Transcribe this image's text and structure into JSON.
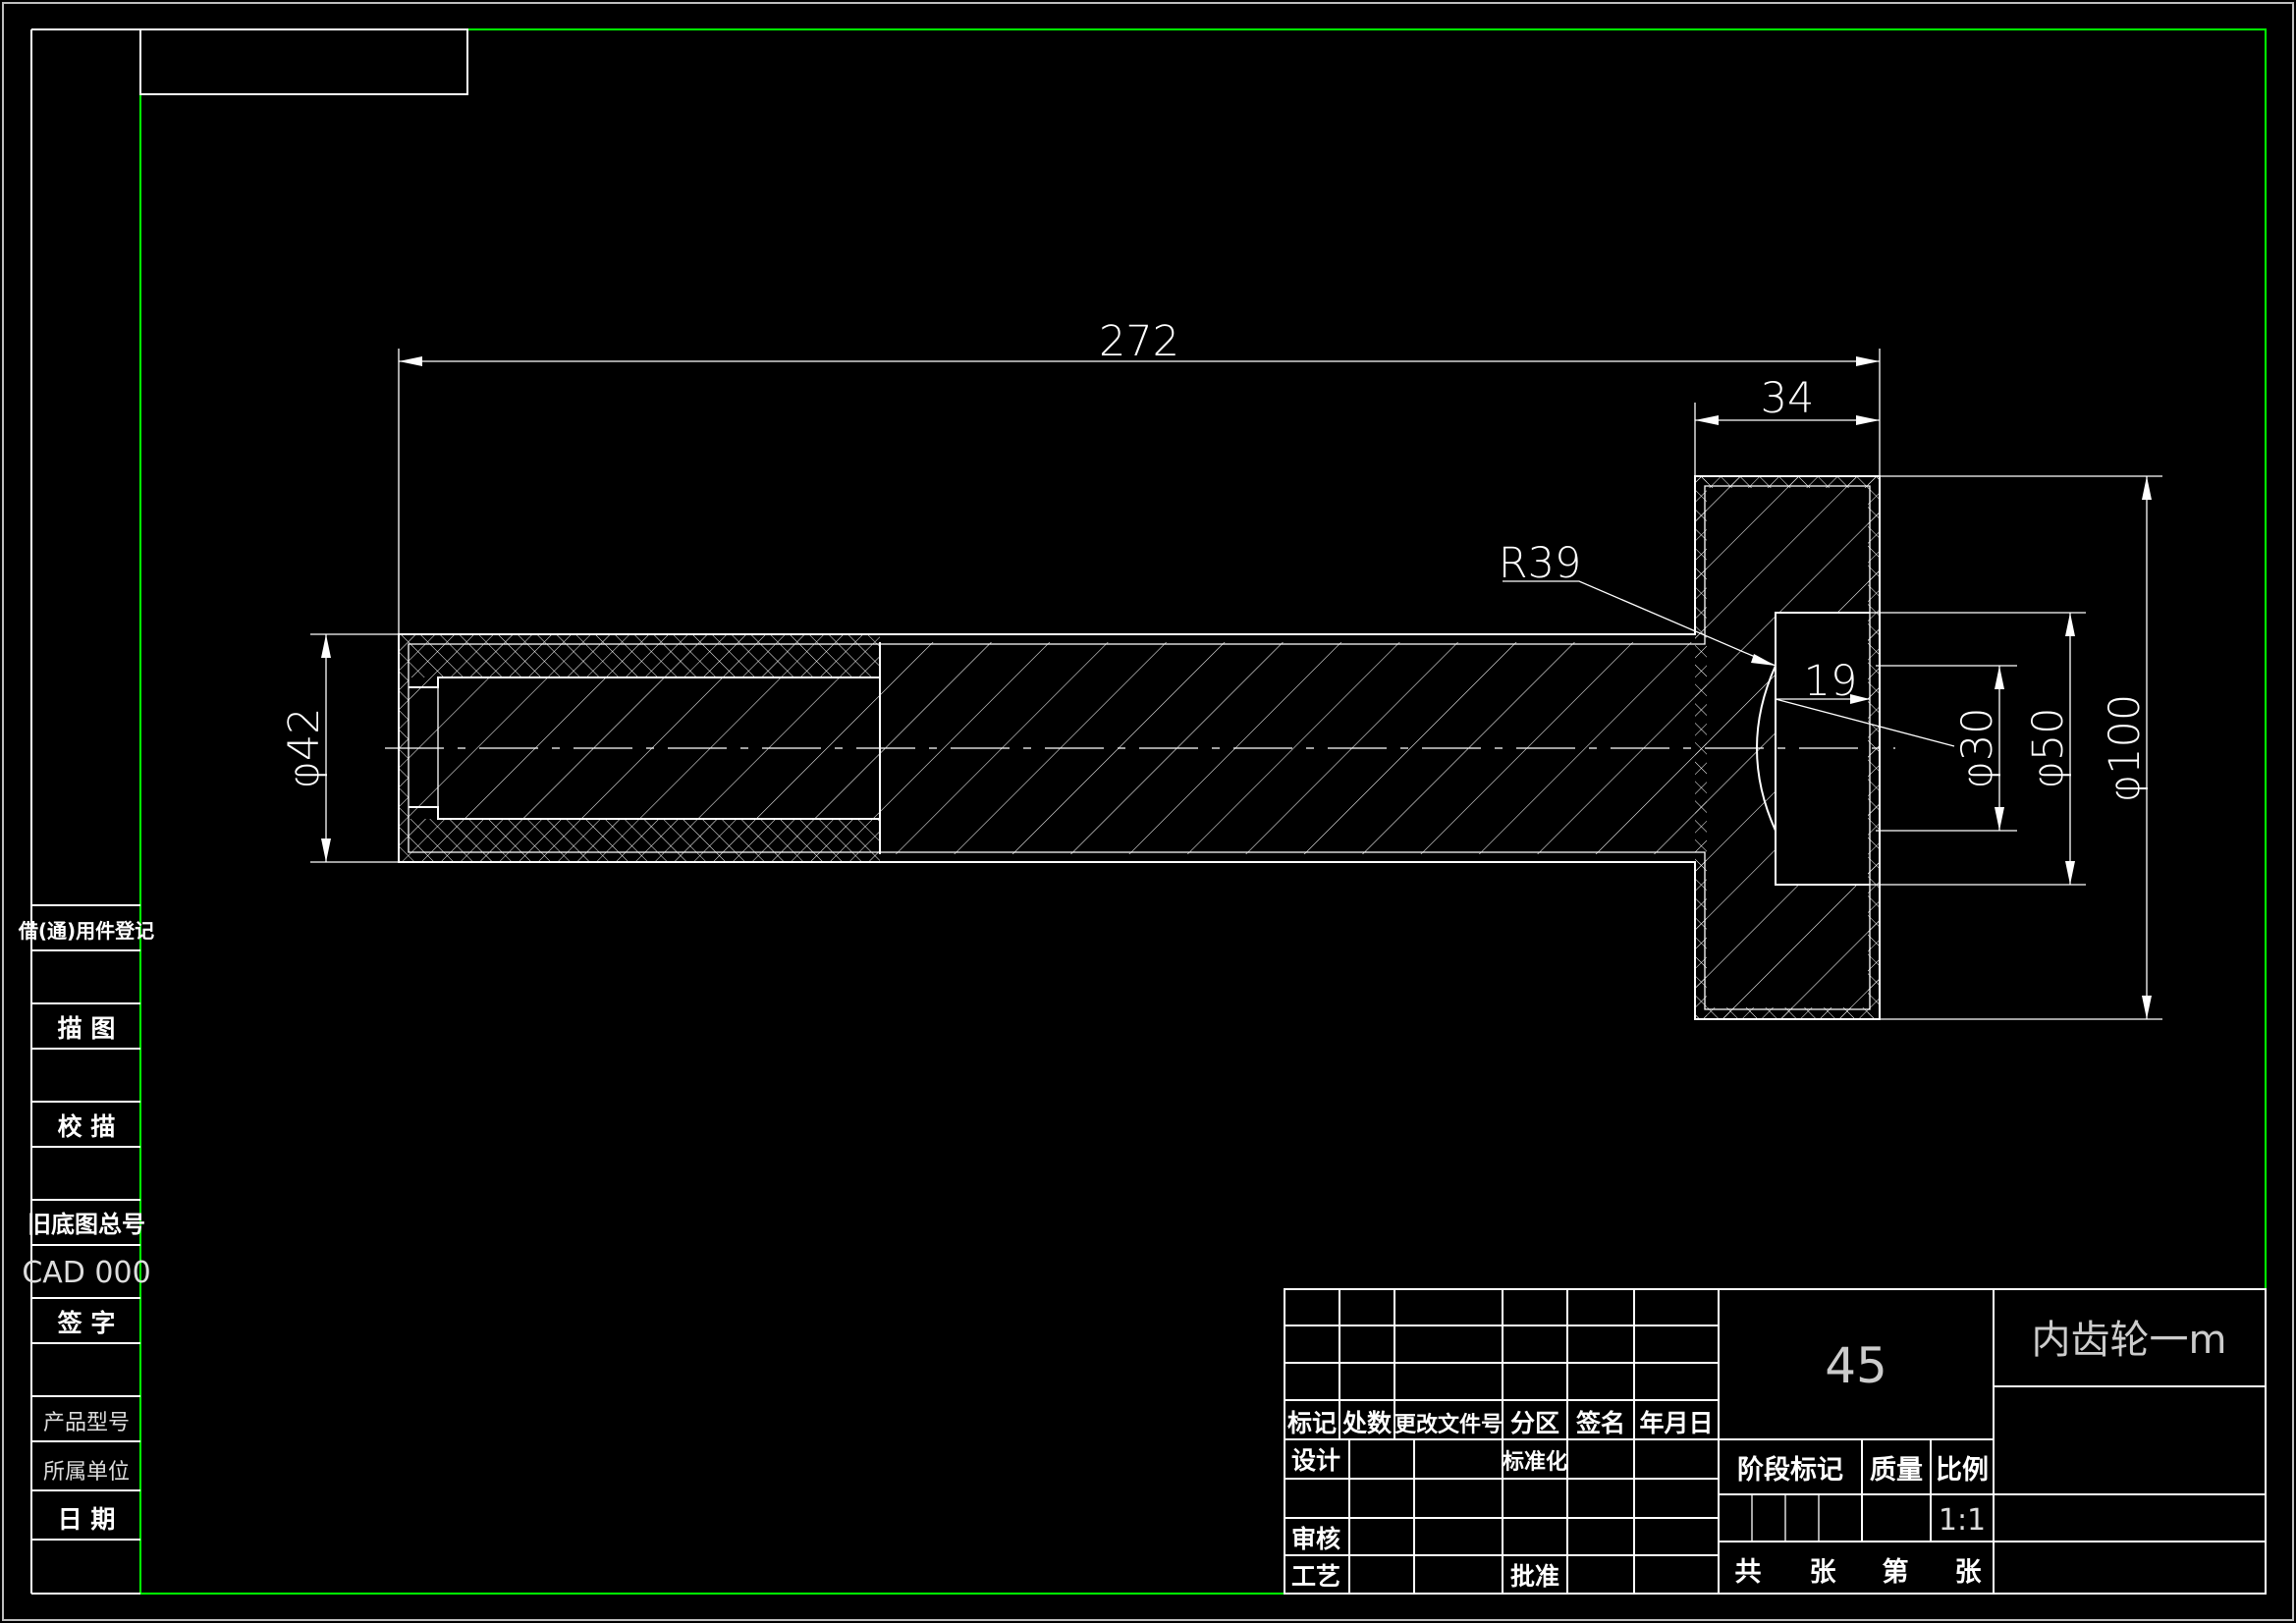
{
  "colors": {
    "background": "#000000",
    "frame": "#00ff00",
    "lines": "#ffffff"
  },
  "drawing": {
    "dimensions": {
      "total_length": "272",
      "flange_width": "34",
      "radius": "R39",
      "recess_depth": "19",
      "shaft_dia": "φ42",
      "inner_dia_small": "φ30",
      "inner_dia_large": "φ50",
      "flange_dia": "φ100"
    }
  },
  "left_strip": {
    "labels": [
      "借(通)用件登记",
      "描  图",
      "校  描",
      "旧底图总号",
      "CAD 000",
      "签  字",
      "产品型号",
      "所属单位",
      "日  期"
    ]
  },
  "title_block": {
    "material": "45",
    "part_name": "内齿轮一m",
    "header_row": [
      "标记",
      "处数",
      "更改文件号",
      "分区",
      "签名",
      "年月日"
    ],
    "design": "设计",
    "standardize": "标准化",
    "review": "审核",
    "process": "工艺",
    "approve": "批准",
    "stage_mark": "阶段标记",
    "weight": "质量",
    "scale_label": "比例",
    "scale_value": "1:1",
    "sheets_total": "共",
    "sheet_unit1": "张",
    "sheet_no": "第",
    "sheet_unit2": "张"
  }
}
